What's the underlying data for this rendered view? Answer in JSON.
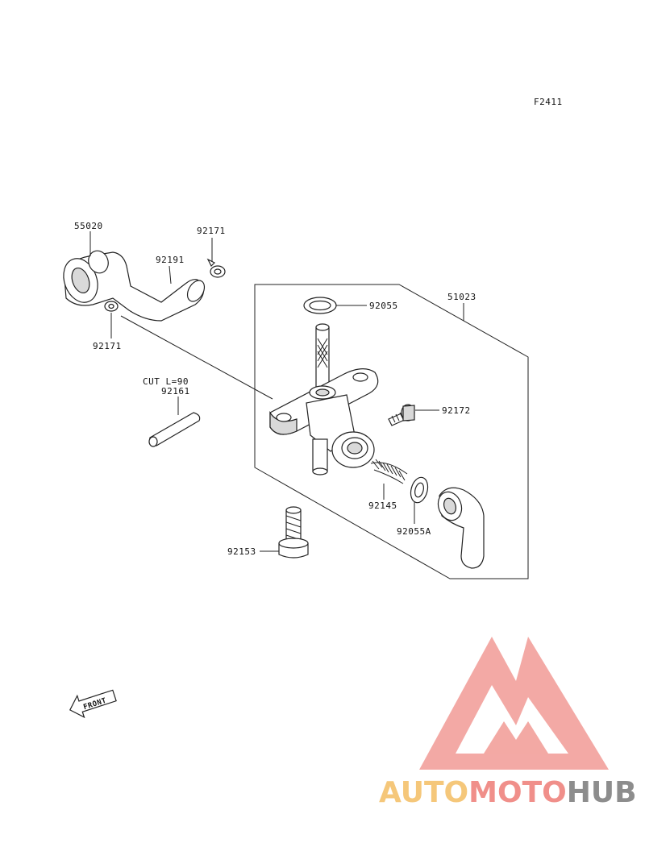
{
  "diagram_code": "F2411",
  "parts": [
    {
      "key": "p55020",
      "number": "55020"
    },
    {
      "key": "p92171a",
      "number": "92171"
    },
    {
      "key": "p92191",
      "number": "92191"
    },
    {
      "key": "p92171b",
      "number": "92171"
    },
    {
      "key": "p92055",
      "number": "92055"
    },
    {
      "key": "p51023",
      "number": "51023"
    },
    {
      "key": "p92161",
      "number": "92161"
    },
    {
      "key": "p92172",
      "number": "92172"
    },
    {
      "key": "p92145",
      "number": "92145"
    },
    {
      "key": "p92055A",
      "number": "92055A"
    },
    {
      "key": "p92153",
      "number": "92153"
    }
  ],
  "notes": {
    "cut": "CUT L=90"
  },
  "front_arrow": "FRONT",
  "watermark": {
    "brand_part1": "AUTO",
    "brand_part2": "MOTO",
    "brand_part3": "HUB",
    "color_yellow": "#f5c77a",
    "color_red": "#f08f8a",
    "color_gray": "#8d8d8d"
  }
}
